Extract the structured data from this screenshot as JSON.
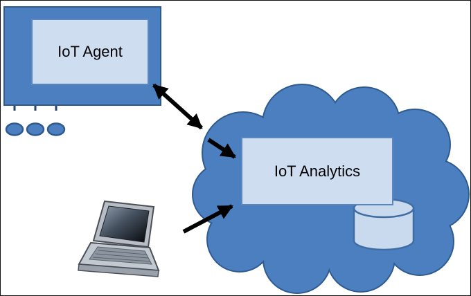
{
  "diagram": {
    "iot_agent": {
      "label": "IoT Agent"
    },
    "iot_analytics": {
      "label": "IoT Analytics"
    },
    "connections": [
      {
        "from": "iot-agent-device",
        "to": "cloud",
        "style": "double-headed-arrow"
      },
      {
        "from": "outside-left",
        "to": "iot-analytics-panel",
        "style": "arrow"
      },
      {
        "from": "laptop",
        "to": "cloud",
        "style": "arrow"
      }
    ],
    "colors": {
      "shape_fill": "#4C7FBF",
      "shape_border": "#2F5A8F",
      "panel_fill": "#CFDDF1",
      "panel_border": "#5B87BE",
      "cylinder_fill": "#C9D9EE",
      "cylinder_border": "#3F6DA3",
      "arrow": "#000000",
      "background": "#FFFFFF"
    }
  }
}
